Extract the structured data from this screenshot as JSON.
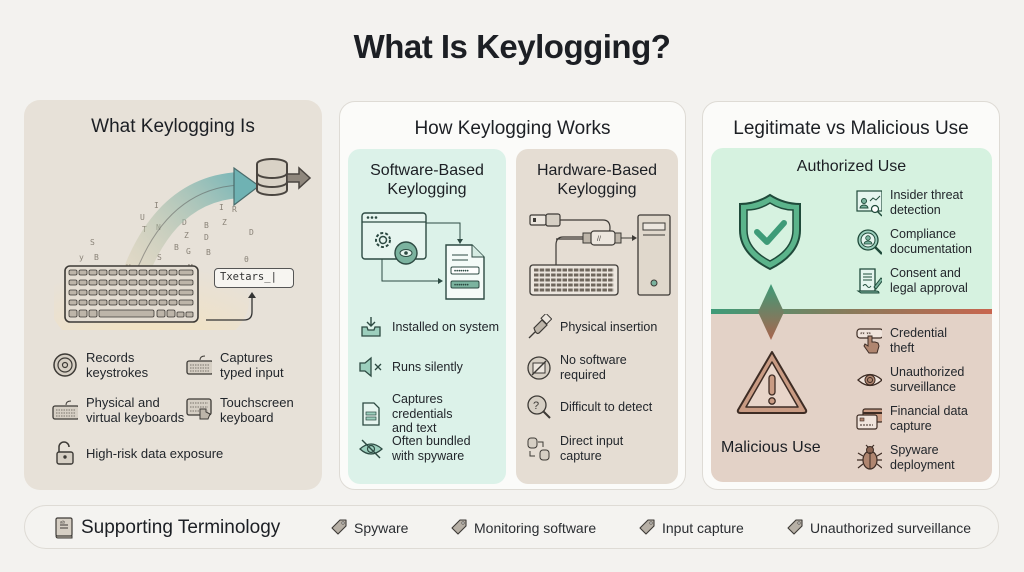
{
  "title": "What Is Keylogging?",
  "panel_what": {
    "heading": "What Keylogging Is",
    "typed_text": "Txetars_|",
    "items": [
      {
        "icon": "disc-record-icon",
        "label_line1": "Records",
        "label_line2": "keystrokes"
      },
      {
        "icon": "keyboard-icon",
        "label_line1": "Captures",
        "label_line2": "typed input"
      },
      {
        "icon": "keyboard-icon",
        "label_line1": "Physical and",
        "label_line2": "virtual keyboards"
      },
      {
        "icon": "touch-keyboard-icon",
        "label_line1": "Touchscreen",
        "label_line2": "keyboard"
      },
      {
        "icon": "unlocked-padlock-icon",
        "label_line1": "High-risk data exposure",
        "label_line2": ""
      }
    ]
  },
  "panel_how": {
    "heading": "How Keylogging Works",
    "software": {
      "heading_line1": "Software-Based",
      "heading_line2": "Keylogging",
      "items": [
        {
          "icon": "install-tray-icon",
          "label_line1": "Installed on system",
          "label_line2": ""
        },
        {
          "icon": "muted-speaker-icon",
          "label_line1": "Runs silently",
          "label_line2": ""
        },
        {
          "icon": "document-icon",
          "label_line1": "Captures credentials",
          "label_line2": "and text"
        },
        {
          "icon": "hidden-eye-icon",
          "label_line1": "Often bundled",
          "label_line2": "with spyware"
        }
      ]
    },
    "hardware": {
      "heading_line1": "Hardware-Based",
      "heading_line2": "Keylogging",
      "items": [
        {
          "icon": "usb-plug-icon",
          "label_line1": "Physical insertion",
          "label_line2": ""
        },
        {
          "icon": "no-software-icon",
          "label_line1": "No software",
          "label_line2": "required"
        },
        {
          "icon": "question-magnifier-icon",
          "label_line1": "Difficult to detect",
          "label_line2": ""
        },
        {
          "icon": "database-transfer-icon",
          "label_line1": "Direct input",
          "label_line2": "capture"
        }
      ]
    }
  },
  "panel_use": {
    "heading": "Legitimate vs Malicious Use",
    "authorized": {
      "heading": "Authorized Use",
      "items": [
        {
          "icon": "insider-threat-icon",
          "label_line1": "Insider threat",
          "label_line2": "detection"
        },
        {
          "icon": "user-search-icon",
          "label_line1": "Compliance",
          "label_line2": "documentation"
        },
        {
          "icon": "signed-document-icon",
          "label_line1": "Consent and",
          "label_line2": "legal approval"
        }
      ]
    },
    "malicious": {
      "heading": "Malicious Use",
      "items": [
        {
          "icon": "password-pointer-icon",
          "label_line1": "Credential",
          "label_line2": "theft"
        },
        {
          "icon": "eye-icon",
          "label_line1": "Unauthorized",
          "label_line2": "surveillance"
        },
        {
          "icon": "credit-card-icon",
          "label_line1": "Financial data",
          "label_line2": "capture"
        },
        {
          "icon": "bug-icon",
          "label_line1": "Spyware",
          "label_line2": "deployment"
        }
      ]
    }
  },
  "terminology": {
    "label": "Supporting Terminology",
    "tags": [
      "Spyware",
      "Monitoring software",
      "Input capture",
      "Unauthorized surveillance"
    ]
  },
  "colors": {
    "authorized_green": "#3e9b78",
    "malicious_brown": "#c8654e",
    "software_bg": "#dcf2e9",
    "hardware_bg": "#e5ddd3"
  }
}
